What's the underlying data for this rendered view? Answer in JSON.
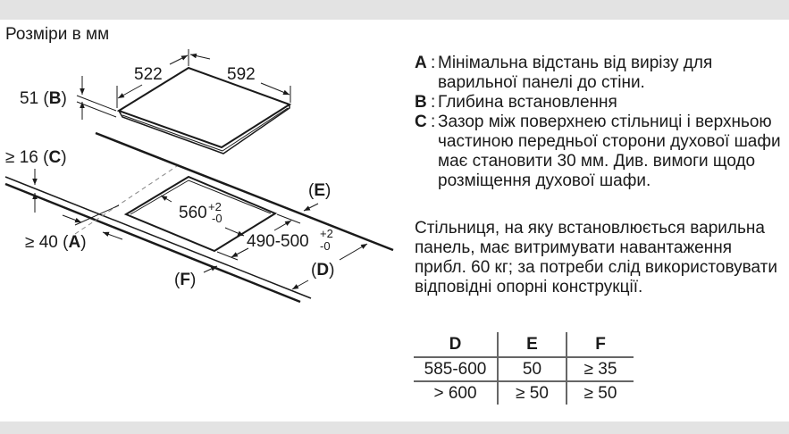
{
  "page": {
    "title": "Розміри в мм",
    "background": "#ffffff",
    "band_color": "#e3e3e3",
    "line_color": "#1a1a1a"
  },
  "diagram": {
    "hob_width": "522",
    "hob_depth": "592",
    "install_depth_label": {
      "value": "51 (",
      "key": "B",
      "close": ")"
    },
    "gap_label": {
      "value": "≥ 16 (",
      "key": "C",
      "close": ")"
    },
    "wall_distance_label": {
      "value": "≥ 40 (",
      "key": "A",
      "close": ")"
    },
    "cutout_width": {
      "value": "560",
      "tol_plus": "+2",
      "tol_minus": "-0"
    },
    "cutout_depth": {
      "value": "490-500",
      "tol_plus": "+2",
      "tol_minus": "-0"
    },
    "label_e": {
      "open": "(",
      "key": "E",
      "close": ")"
    },
    "label_d": {
      "open": "(",
      "key": "D",
      "close": ")"
    },
    "label_f": {
      "open": "(",
      "key": "F",
      "close": ")"
    }
  },
  "legend": {
    "items": [
      {
        "key": "A",
        "text": "Мінімальна відстань від вирізу для варильної панелі до стіни."
      },
      {
        "key": "B",
        "text": "Глибина встановлення"
      },
      {
        "key": "C",
        "text": "Зазор між поверхнею стільниці і верхньою частиною передньої сторони духової шафи має становити 30 мм. Див. вимоги щодо розміщення духової шафи."
      }
    ]
  },
  "note": {
    "text": "Стільниця, на яку встановлюється варильна панель, має витримувати навантаження прибл. 60 кг; за потреби слід використовувати відповідні опорні конструкції."
  },
  "table": {
    "headers": [
      "D",
      "E",
      "F"
    ],
    "rows": [
      [
        "585-600",
        "50",
        "≥ 35"
      ],
      [
        "> 600",
        "≥ 50",
        "≥ 50"
      ]
    ]
  }
}
